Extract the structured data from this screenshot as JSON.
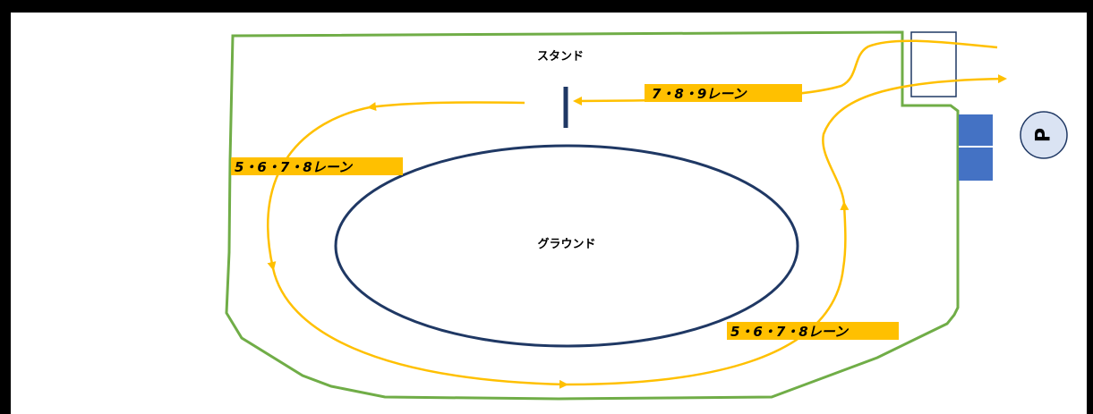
{
  "labels": {
    "stand": "スタンド",
    "ground": "グラウンド",
    "lane_top": "7・8・9レーン",
    "lane_left": "5・6・7・8レーン",
    "lane_right": "5・6・7・8レーン",
    "parking": "P"
  },
  "colors": {
    "frame": "#000000",
    "background": "#ffffff",
    "boundary": "#70ad47",
    "route": "#ffc000",
    "route_label_bg": "#ffc000",
    "ground_ring": "#1f3864",
    "gate_bar": "#1f3864",
    "building": "#4472c4",
    "parking_circle": "#dae3f3"
  }
}
